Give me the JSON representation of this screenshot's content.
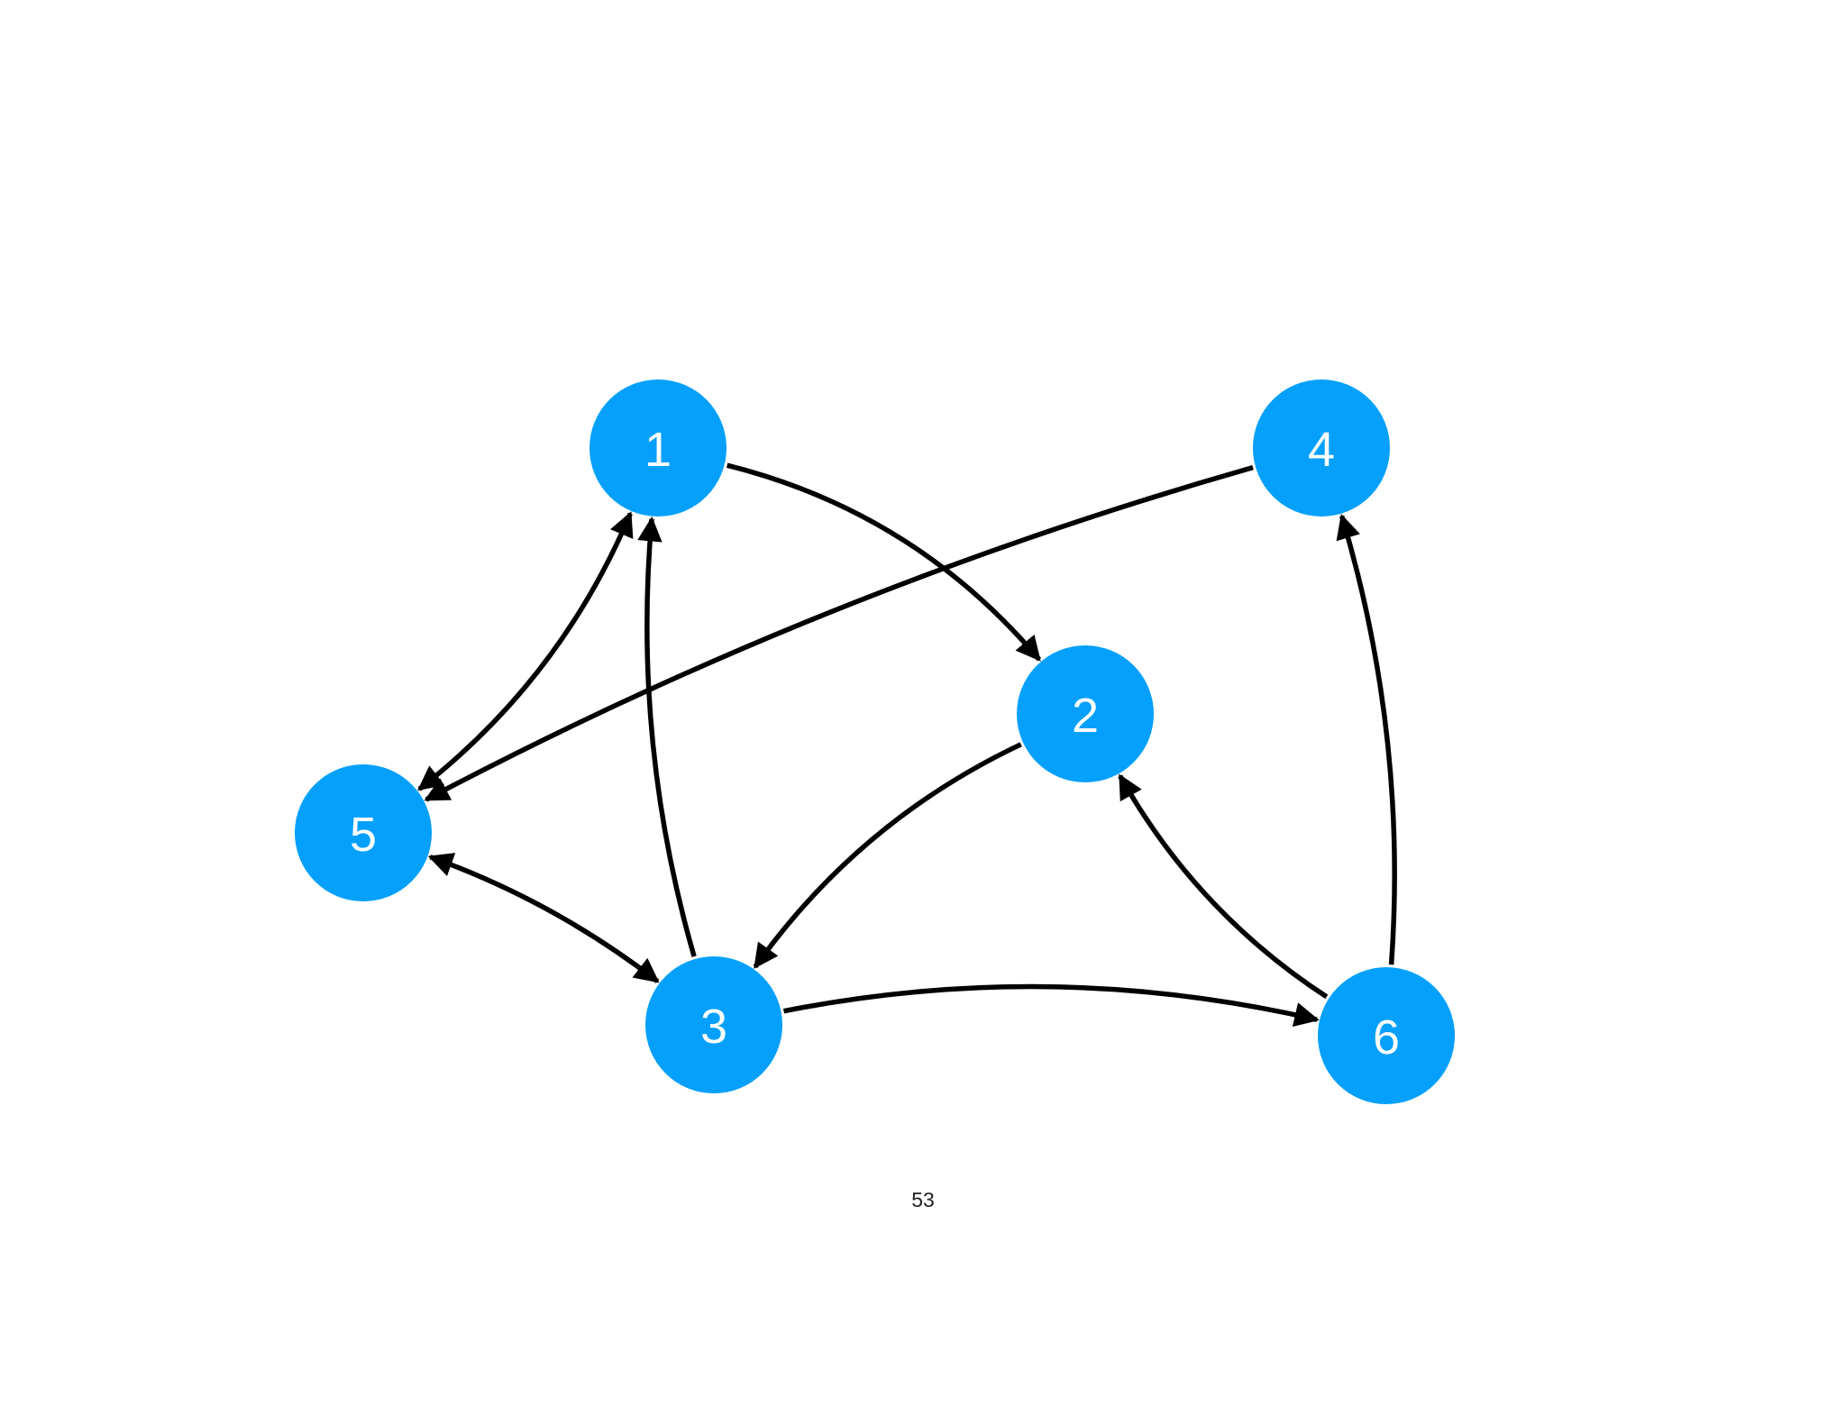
{
  "diagram": {
    "type": "directed-graph",
    "node_color": "#04a0fc",
    "edge_color": "#000000",
    "nodes": [
      {
        "id": "1",
        "label": "1"
      },
      {
        "id": "2",
        "label": "2"
      },
      {
        "id": "3",
        "label": "3"
      },
      {
        "id": "4",
        "label": "4"
      },
      {
        "id": "5",
        "label": "5"
      },
      {
        "id": "6",
        "label": "6"
      }
    ],
    "edges": [
      {
        "from": "1",
        "to": "2",
        "bidirectional": false
      },
      {
        "from": "4",
        "to": "5",
        "bidirectional": false
      },
      {
        "from": "5",
        "to": "1",
        "bidirectional": true
      },
      {
        "from": "3",
        "to": "1",
        "bidirectional": false
      },
      {
        "from": "2",
        "to": "3",
        "bidirectional": false
      },
      {
        "from": "5",
        "to": "3",
        "bidirectional": true
      },
      {
        "from": "3",
        "to": "6",
        "bidirectional": false
      },
      {
        "from": "6",
        "to": "2",
        "bidirectional": false
      },
      {
        "from": "6",
        "to": "4",
        "bidirectional": false
      }
    ]
  },
  "page_number": "53"
}
